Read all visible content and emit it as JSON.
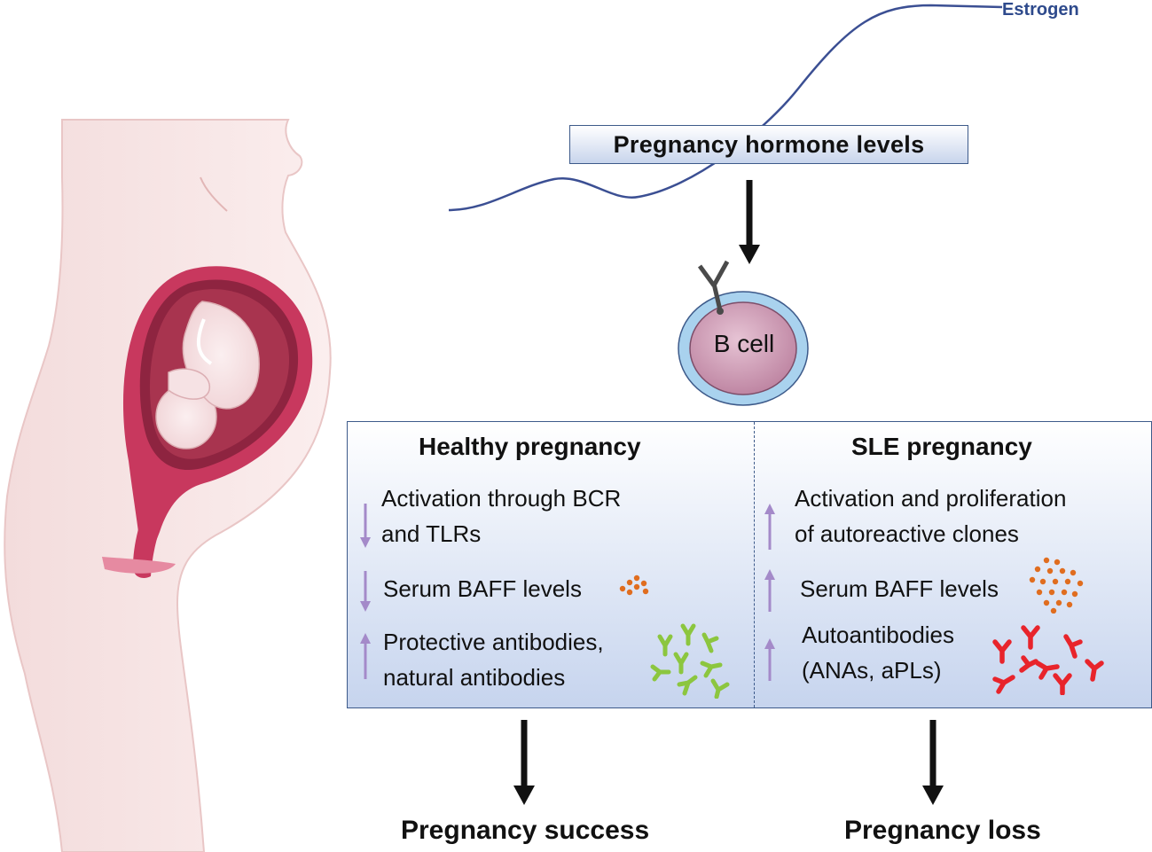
{
  "curve_label": "Estrogen",
  "hormone_box": "Pregnancy hormone levels",
  "cell_label": "B cell",
  "healthy": {
    "title": "Healthy pregnancy",
    "items": [
      {
        "direction": "down",
        "lines": [
          "Activation through BCR",
          "and TLRs"
        ]
      },
      {
        "direction": "down",
        "lines": [
          "Serum BAFF levels"
        ]
      },
      {
        "direction": "up",
        "lines": [
          "Protective antibodies,",
          "natural antibodies"
        ]
      }
    ],
    "outcome": "Pregnancy success"
  },
  "sle": {
    "title": "SLE pregnancy",
    "items": [
      {
        "direction": "up",
        "lines": [
          "Activation and proliferation",
          "of autoreactive clones"
        ]
      },
      {
        "direction": "up",
        "lines": [
          "Serum BAFF levels"
        ]
      },
      {
        "direction": "up",
        "lines": [
          "Autoantibodies",
          "(ANAs, aPLs)"
        ]
      }
    ],
    "outcome": "Pregnancy loss"
  },
  "colors": {
    "curve": "#3b4f93",
    "trend_arrow": "#a48ac9",
    "baff_dots": "#e06d1f",
    "protective_antibody": "#8cc63f",
    "autoantibody": "#e8242b",
    "box_border": "#3d5a8a",
    "box_fill": "#c8d5ec",
    "skin": "#f6e4e4",
    "uterus": "#c8385e",
    "cell_outer": "#a9d2ee",
    "cell_inner": "#cf9db6"
  },
  "icons": [
    "pregnant-woman-illustration",
    "b-cell-icon",
    "baff-dots-icon",
    "antibody-icon",
    "down-arrow-icon",
    "up-arrow-icon"
  ]
}
